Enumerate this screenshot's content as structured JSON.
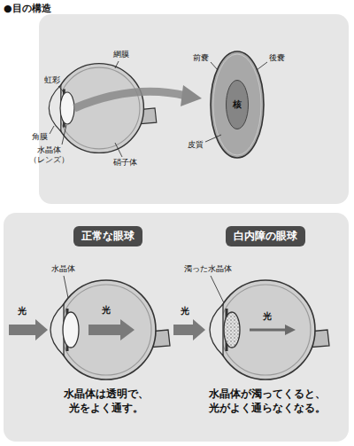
{
  "diagram": {
    "title": "●目の構造",
    "nodes": [
      {
        "text": [
          "核"
        ]
      },
      {
        "text": [
          "正常な眼球"
        ]
      },
      {
        "text": [
          "白内障の眼球"
        ]
      }
    ],
    "labels": [
      "虹彩",
      "網膜",
      "角膜",
      "水晶体 （レンズ）",
      "硝子体",
      "前嚢",
      "後嚢",
      "皮質",
      "水晶体",
      "光",
      "光",
      "水晶体は透明で、 光をよく通す。",
      "濁った水晶体",
      "光",
      "光",
      "水晶体が濁ってくると、 光がよく通らなくなる。"
    ]
  }
}
